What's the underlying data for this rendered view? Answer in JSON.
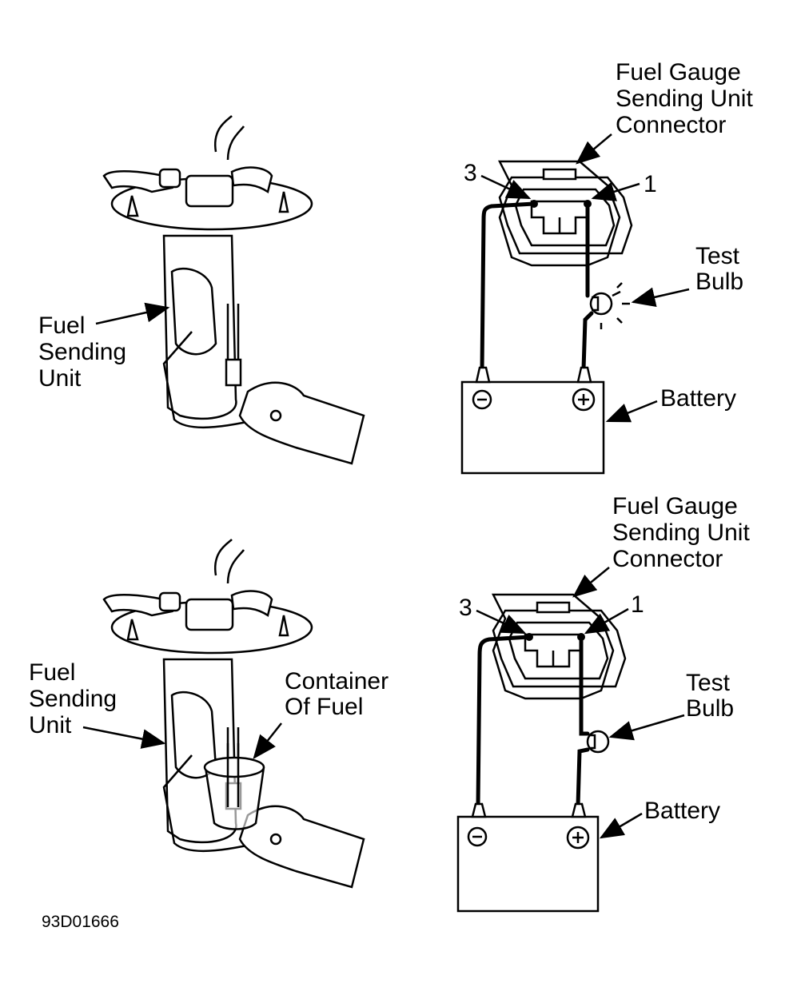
{
  "figure_id": "93D01666",
  "panels": [
    {
      "pump_label": [
        "Fuel",
        "Sending",
        "Unit"
      ],
      "connector_label": [
        "Fuel Gauge",
        "Sending Unit",
        "Connector"
      ],
      "terminal_left": "3",
      "terminal_right": "1",
      "bulb_label": [
        "Test",
        "Bulb"
      ],
      "bulb_lit": true,
      "battery_label": "Battery"
    },
    {
      "pump_label": [
        "Fuel",
        "Sending",
        "Unit"
      ],
      "container_label": [
        "Container",
        "Of Fuel"
      ],
      "connector_label": [
        "Fuel Gauge",
        "Sending Unit",
        "Connector"
      ],
      "terminal_left": "3",
      "terminal_right": "1",
      "bulb_label": [
        "Test",
        "Bulb"
      ],
      "bulb_lit": false,
      "battery_label": "Battery"
    }
  ]
}
